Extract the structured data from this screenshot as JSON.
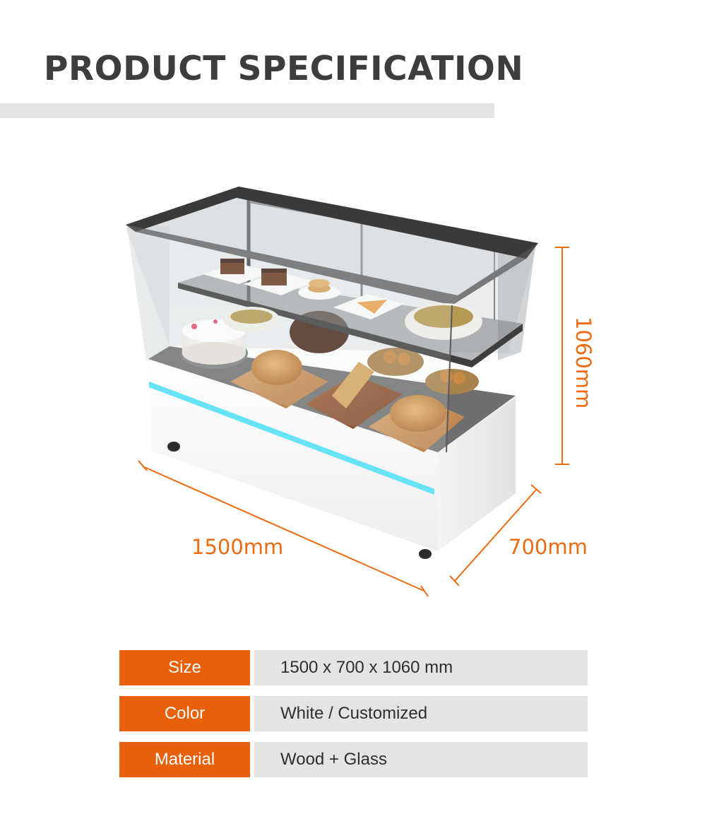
{
  "title": "PRODUCT SPECIFICATION",
  "dimensions": {
    "width": "1500mm",
    "depth": "700mm",
    "height": "1060mm"
  },
  "colors": {
    "accent": "#ec6a10",
    "label_bg": "#e8600a",
    "value_bg": "#e4e4e4",
    "title_text": "#3d3d3d",
    "led_strip": "#3fd6f0"
  },
  "specs": [
    {
      "label": "Size",
      "value": "1500 x 700 x 1060 mm"
    },
    {
      "label": "Color",
      "value": "White / Customized"
    },
    {
      "label": "Material",
      "value": "Wood + Glass"
    }
  ]
}
